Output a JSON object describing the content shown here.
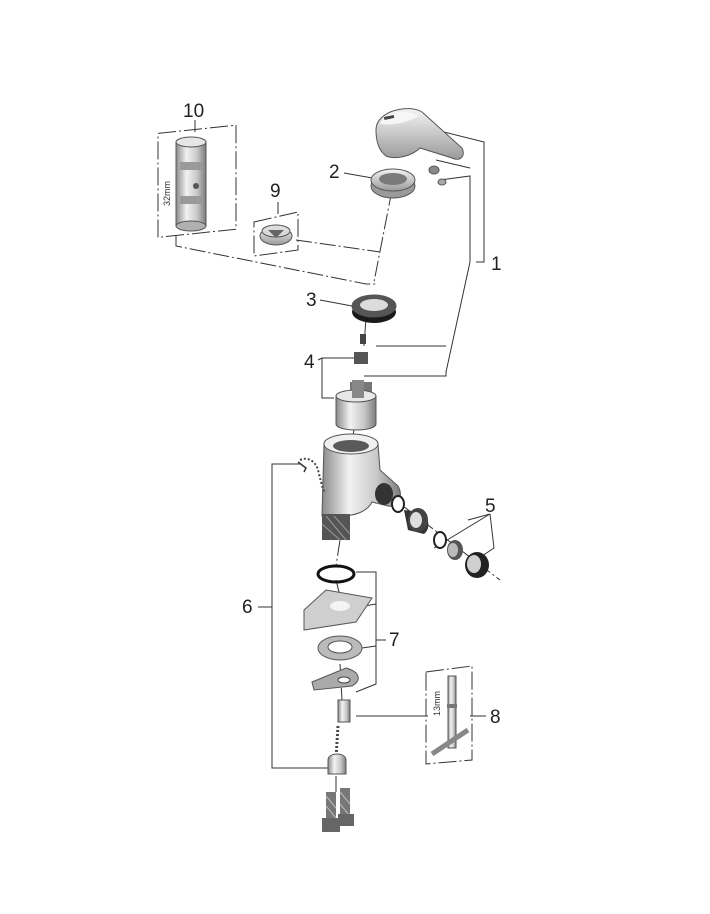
{
  "callouts": {
    "p1": "1",
    "p2": "2",
    "p3": "3",
    "p4": "4",
    "p5": "5",
    "p6": "6",
    "p7": "7",
    "p8": "8",
    "p9": "9",
    "p10": "10"
  },
  "dimensions": {
    "wrench_32": "32mm",
    "wrench_13": "13mm"
  },
  "colors": {
    "metal_light": "#eeeeee",
    "metal_mid": "#bdbdbd",
    "metal_dark": "#7a7a7a",
    "black": "#1a1a1a",
    "line": "#333333"
  }
}
